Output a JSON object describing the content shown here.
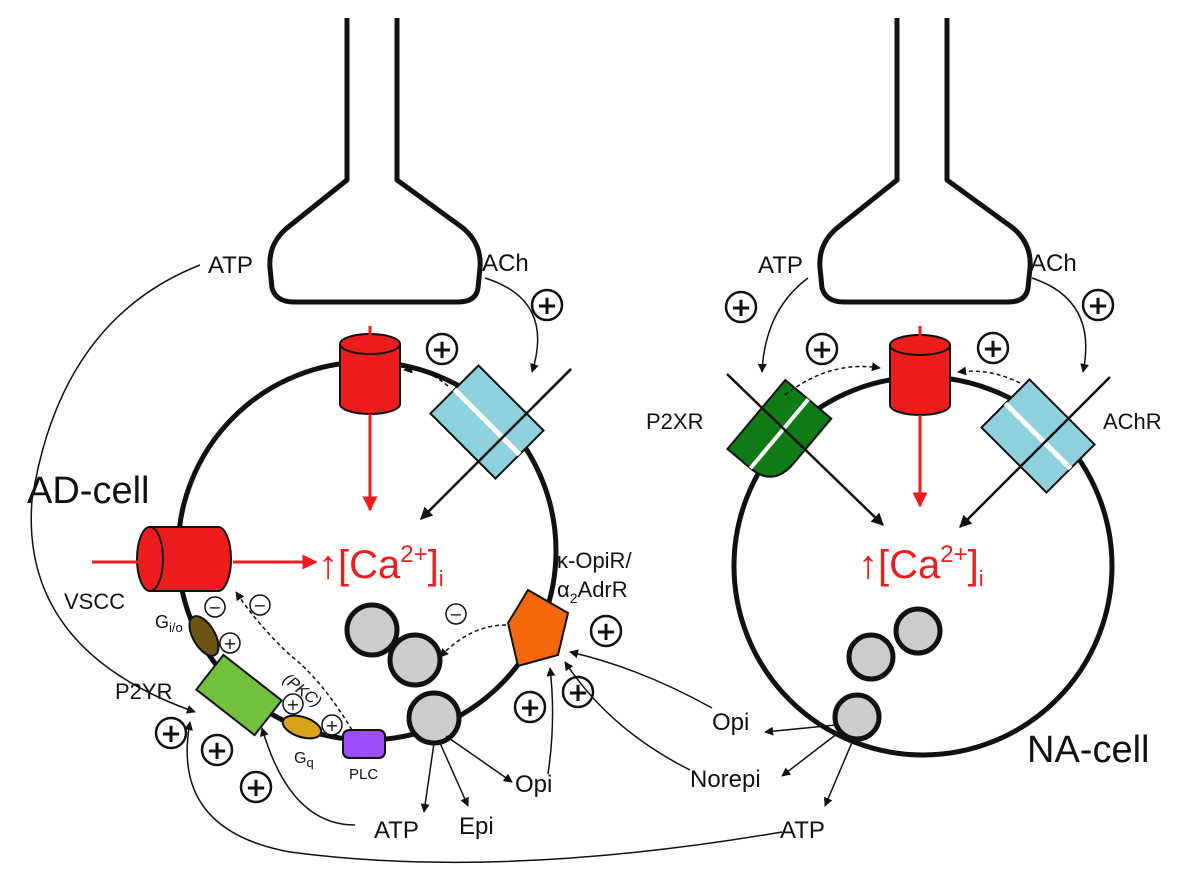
{
  "cells": {
    "ad": {
      "label": "AD-cell"
    },
    "na": {
      "label": "NA-cell"
    }
  },
  "labels": {
    "atp": "ATP",
    "ach": "ACh",
    "vscc": "VSCC",
    "gio": "G",
    "gio_sub": "i/o",
    "p2yr": "P2YR",
    "gq": "G",
    "gq_sub": "q",
    "plc": "PLC",
    "pkc": "(PKC)",
    "opir_line1": "κ-OpiR/",
    "opir_line2_pre": "α",
    "opir_line2_sub": "2",
    "opir_line2_post": "AdrR",
    "epi": "Epi",
    "opi": "Opi",
    "norepi": "Norepi",
    "p2xr": "P2XR",
    "achr": "AChR"
  },
  "calcium": {
    "arrow": "↑",
    "open": "[Ca",
    "sup": "2+",
    "close": "]",
    "sub": "i"
  },
  "symbols": {
    "plus": "+",
    "minus": "−"
  },
  "colors": {
    "ca_channel": "#ee1c1c",
    "nicotinic_receptor": "#8fd0dd",
    "p2x_receptor": "#0f7a16",
    "p2y_receptor": "#72c13d",
    "gio_protein": "#6b5314",
    "gq_protein": "#d8a21a",
    "plc": "#9b4dfa",
    "opioid_receptor": "#f2680b",
    "vesicle": "#cccccc",
    "calcium_text": "#ee1c1c"
  }
}
